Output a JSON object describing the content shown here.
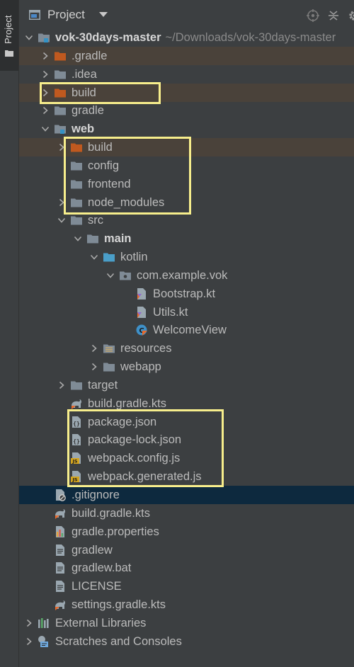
{
  "side_tab": {
    "label": "Project"
  },
  "header": {
    "title": "Project"
  },
  "colors": {
    "background": "#3c3f41",
    "selection": "#0d293e",
    "excluded_row": "#4a423a",
    "excluded_folder": "#c0591f",
    "folder": "#7f8b96",
    "source_folder": "#4a9ec8",
    "highlight_box": "#f7ee8c"
  },
  "tree": {
    "rows": [
      {
        "label": "vok-30days-master",
        "path": "~/Downloads/vok-30days-master",
        "bold": true,
        "depth": 0,
        "chevron": "down",
        "icon": "module-folder-icon"
      },
      {
        "label": ".gradle",
        "depth": 1,
        "chevron": "right",
        "icon": "excluded-folder-icon",
        "excluded": true
      },
      {
        "label": ".idea",
        "depth": 1,
        "chevron": "right",
        "icon": "folder-icon"
      },
      {
        "label": "build",
        "depth": 1,
        "chevron": "right",
        "icon": "excluded-folder-icon",
        "excluded": true
      },
      {
        "label": "gradle",
        "depth": 1,
        "chevron": "right",
        "icon": "folder-icon"
      },
      {
        "label": "web",
        "bold": true,
        "depth": 1,
        "chevron": "down",
        "icon": "module-folder-icon"
      },
      {
        "label": "build",
        "depth": 2,
        "chevron": "right",
        "icon": "excluded-folder-icon",
        "excluded": true
      },
      {
        "label": "config",
        "depth": 2,
        "chevron": "none",
        "icon": "folder-icon"
      },
      {
        "label": "frontend",
        "depth": 2,
        "chevron": "none",
        "icon": "folder-icon"
      },
      {
        "label": "node_modules",
        "depth": 2,
        "chevron": "right",
        "icon": "folder-icon"
      },
      {
        "label": "src",
        "depth": 2,
        "chevron": "down",
        "icon": "folder-icon"
      },
      {
        "label": "main",
        "bold": true,
        "depth": 3,
        "chevron": "down",
        "icon": "folder-icon"
      },
      {
        "label": "kotlin",
        "depth": 4,
        "chevron": "down",
        "icon": "source-folder-icon"
      },
      {
        "label": "com.example.vok",
        "depth": 5,
        "chevron": "down",
        "icon": "package-icon"
      },
      {
        "label": "Bootstrap.kt",
        "depth": 6,
        "chevron": "none",
        "icon": "kotlin-file-icon"
      },
      {
        "label": "Utils.kt",
        "depth": 6,
        "chevron": "none",
        "icon": "kotlin-file-icon"
      },
      {
        "label": "WelcomeView",
        "depth": 6,
        "chevron": "none",
        "icon": "kotlin-class-icon"
      },
      {
        "label": "resources",
        "depth": 4,
        "chevron": "right",
        "icon": "resources-folder-icon"
      },
      {
        "label": "webapp",
        "depth": 4,
        "chevron": "right",
        "icon": "folder-icon"
      },
      {
        "label": "target",
        "depth": 2,
        "chevron": "right",
        "icon": "folder-icon"
      },
      {
        "label": "build.gradle.kts",
        "depth": 2,
        "chevron": "none",
        "icon": "gradle-kts-icon"
      },
      {
        "label": "package.json",
        "depth": 2,
        "chevron": "none",
        "icon": "json-file-icon"
      },
      {
        "label": "package-lock.json",
        "depth": 2,
        "chevron": "none",
        "icon": "json-file-icon"
      },
      {
        "label": "webpack.config.js",
        "depth": 2,
        "chevron": "none",
        "icon": "js-file-icon"
      },
      {
        "label": "webpack.generated.js",
        "depth": 2,
        "chevron": "none",
        "icon": "js-file-icon"
      },
      {
        "label": ".gitignore",
        "depth": 1,
        "chevron": "none",
        "icon": "gitignore-icon",
        "selected": true
      },
      {
        "label": "build.gradle.kts",
        "depth": 1,
        "chevron": "none",
        "icon": "gradle-kts-icon"
      },
      {
        "label": "gradle.properties",
        "depth": 1,
        "chevron": "none",
        "icon": "properties-file-icon"
      },
      {
        "label": "gradlew",
        "depth": 1,
        "chevron": "none",
        "icon": "text-file-icon"
      },
      {
        "label": "gradlew.bat",
        "depth": 1,
        "chevron": "none",
        "icon": "text-file-icon"
      },
      {
        "label": "LICENSE",
        "depth": 1,
        "chevron": "none",
        "icon": "text-file-icon"
      },
      {
        "label": "settings.gradle.kts",
        "depth": 1,
        "chevron": "none",
        "icon": "gradle-kts-icon"
      },
      {
        "label": "External Libraries",
        "depth": 0,
        "chevron": "right",
        "icon": "libraries-icon"
      },
      {
        "label": "Scratches and Consoles",
        "depth": 0,
        "chevron": "right",
        "icon": "scratches-icon"
      }
    ]
  }
}
